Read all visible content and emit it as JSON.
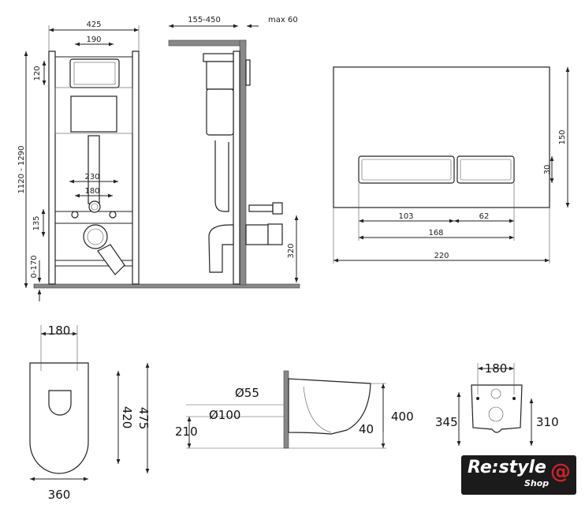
{
  "frame_front": {
    "width": "425",
    "plate_width": "190",
    "plate_height": "120",
    "height_range": "1120 - 1290",
    "inlet_spacing_outer": "230",
    "inlet_spacing_inner": "180",
    "outlet_offset": "135",
    "floor_adjust": "0-170"
  },
  "frame_side": {
    "wall_depth": "155-450",
    "max_wall": "max 60",
    "outlet_height": "320"
  },
  "flush_plate": {
    "height": "150",
    "button_height": "30",
    "big_button_width": "103",
    "small_button_width": "62",
    "buttons_width": "168",
    "width": "220"
  },
  "bowl_top": {
    "hole_spacing": "180",
    "inner_length": "420",
    "length": "475",
    "width": "360"
  },
  "bowl_side": {
    "inlet_diameter": "Ø55",
    "outlet_diameter": "Ø100",
    "outlet_height": "210",
    "height": "400",
    "gap": "40"
  },
  "bowl_rear": {
    "hole_spacing": "180",
    "fix_height": "345",
    "outlet_height": "310"
  },
  "logo": {
    "text": "Re:style",
    "sub": "Shop",
    "symbol": "@",
    "accent": "#d0202a"
  }
}
